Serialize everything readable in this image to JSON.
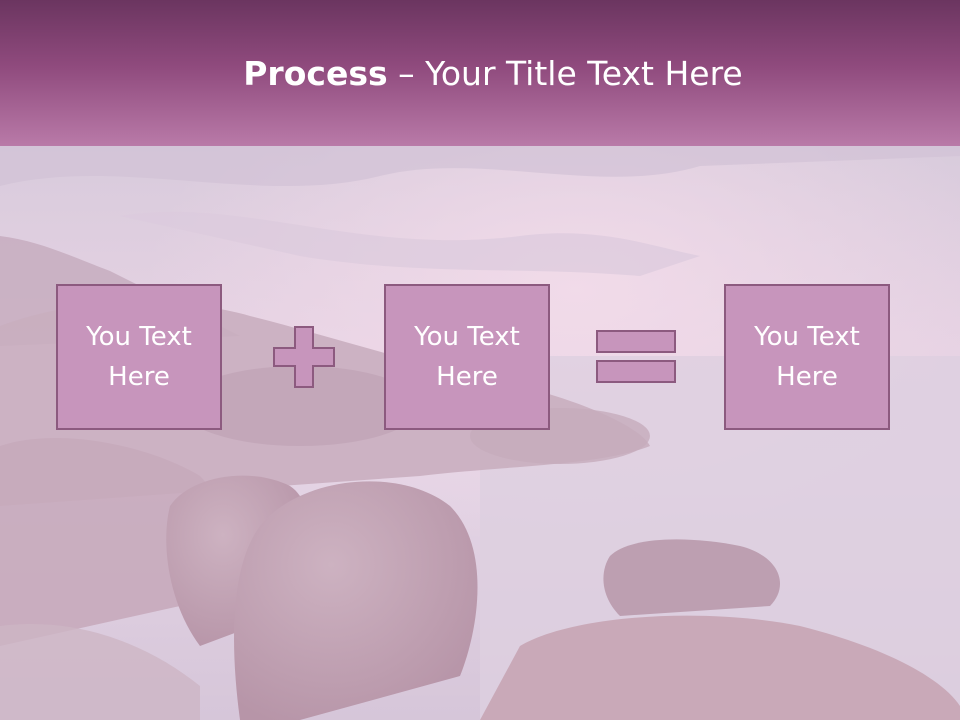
{
  "slide": {
    "title_bold": "Process",
    "title_rest": " – Your Title Text Here"
  },
  "process": {
    "boxes": [
      {
        "text": "You Text Here"
      },
      {
        "text": "You Text Here"
      },
      {
        "text": "You Text Here"
      }
    ],
    "operators": [
      "plus-icon",
      "equals-icon"
    ]
  },
  "colors": {
    "header_dark": "#6b3560",
    "header_light": "#b97aa8",
    "box_fill": "#c795bc",
    "box_border": "#8c5a7f",
    "background": "#d9c7dc"
  }
}
